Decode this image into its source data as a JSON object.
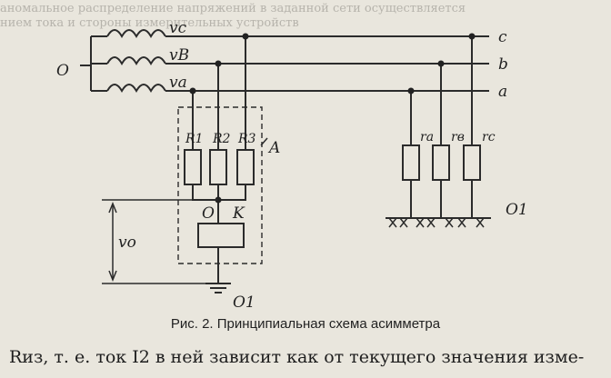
{
  "bleed_text": [
    "аномальное распределение напряжений в заданной сети осуществляется",
    "нием тока и стороны измерительных устройств"
  ],
  "labels": {
    "node_o": "O",
    "vc": "vc",
    "vb": "vB",
    "va": "vа",
    "line_c": "c",
    "line_b": "b",
    "line_a": "a",
    "r1": "R1",
    "r2": "R2",
    "r3": "R3",
    "block_a": "A",
    "node_o_inner": "O",
    "node_k": "K",
    "vo": "vo",
    "ground_left": "O1",
    "ground_right": "O1",
    "ra": "ra",
    "rb": "rв",
    "rc": "rc"
  },
  "caption": "Рис. 2. Принципиальная схема асимметра",
  "bottom_text": "Rиз, т. е. ток I2 в ней зависит как от текущего значения изме-"
}
